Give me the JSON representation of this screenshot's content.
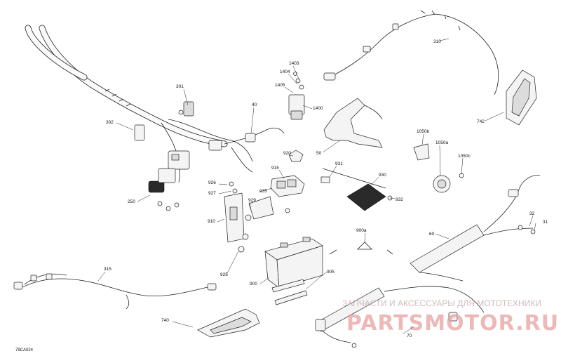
{
  "diagram": {
    "drawing_code": "79CA024",
    "watermark_caption": "ЗАПЧАСТИ И АКСЕССУАРЫ ДЛЯ МОТОТЕХНИКИ",
    "watermark_logo": "PARTSMOTOR.RU"
  },
  "callouts": [
    {
      "id": "c301",
      "text": "301"
    },
    {
      "id": "c302",
      "text": "302"
    },
    {
      "id": "c250",
      "text": "250"
    },
    {
      "id": "c315",
      "text": "315"
    },
    {
      "id": "c740",
      "text": "740"
    },
    {
      "id": "c40",
      "text": "40"
    },
    {
      "id": "c1403",
      "text": "1403"
    },
    {
      "id": "c1404",
      "text": "1404"
    },
    {
      "id": "c1405",
      "text": "1405"
    },
    {
      "id": "c1400",
      "text": "1400"
    },
    {
      "id": "c50",
      "text": "50"
    },
    {
      "id": "c920",
      "text": "920"
    },
    {
      "id": "c915",
      "text": "915"
    },
    {
      "id": "c926",
      "text": "926"
    },
    {
      "id": "c927",
      "text": "927"
    },
    {
      "id": "c935",
      "text": "935"
    },
    {
      "id": "c929",
      "text": "929"
    },
    {
      "id": "c910",
      "text": "910"
    },
    {
      "id": "c925",
      "text": "925"
    },
    {
      "id": "c900",
      "text": "900"
    },
    {
      "id": "c905",
      "text": "905"
    },
    {
      "id": "c931",
      "text": "931"
    },
    {
      "id": "c930",
      "text": "930"
    },
    {
      "id": "c932",
      "text": "932"
    },
    {
      "id": "c900a",
      "text": "900a"
    },
    {
      "id": "c1050b",
      "text": "1050b"
    },
    {
      "id": "c1050a",
      "text": "1050a"
    },
    {
      "id": "c1050c",
      "text": "1050c"
    },
    {
      "id": "c310",
      "text": "310"
    },
    {
      "id": "c742",
      "text": "742"
    },
    {
      "id": "c60",
      "text": "60"
    },
    {
      "id": "c32",
      "text": "32"
    },
    {
      "id": "c31",
      "text": "31"
    },
    {
      "id": "c70",
      "text": "70"
    }
  ]
}
